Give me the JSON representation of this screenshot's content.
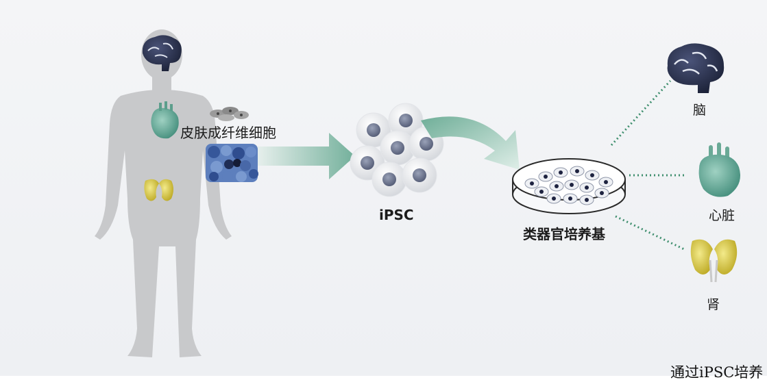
{
  "labels": {
    "fibroblast": "皮肤成纤维细胞",
    "ipsc": "iPSC",
    "organoid_culture": "类器官培养基",
    "brain": "脑",
    "heart": "心脏",
    "kidney": "肾"
  },
  "caption": "通过iPSC培养",
  "colors": {
    "background": "#f1f3f5",
    "body_silhouette": "#c8c9cb",
    "arrow_teal": "#7fb8a4",
    "brain": "#2b3350",
    "heart": "#6fb3a0",
    "kidney": "#d8c83a",
    "dotted_line": "#3f8f6e"
  }
}
